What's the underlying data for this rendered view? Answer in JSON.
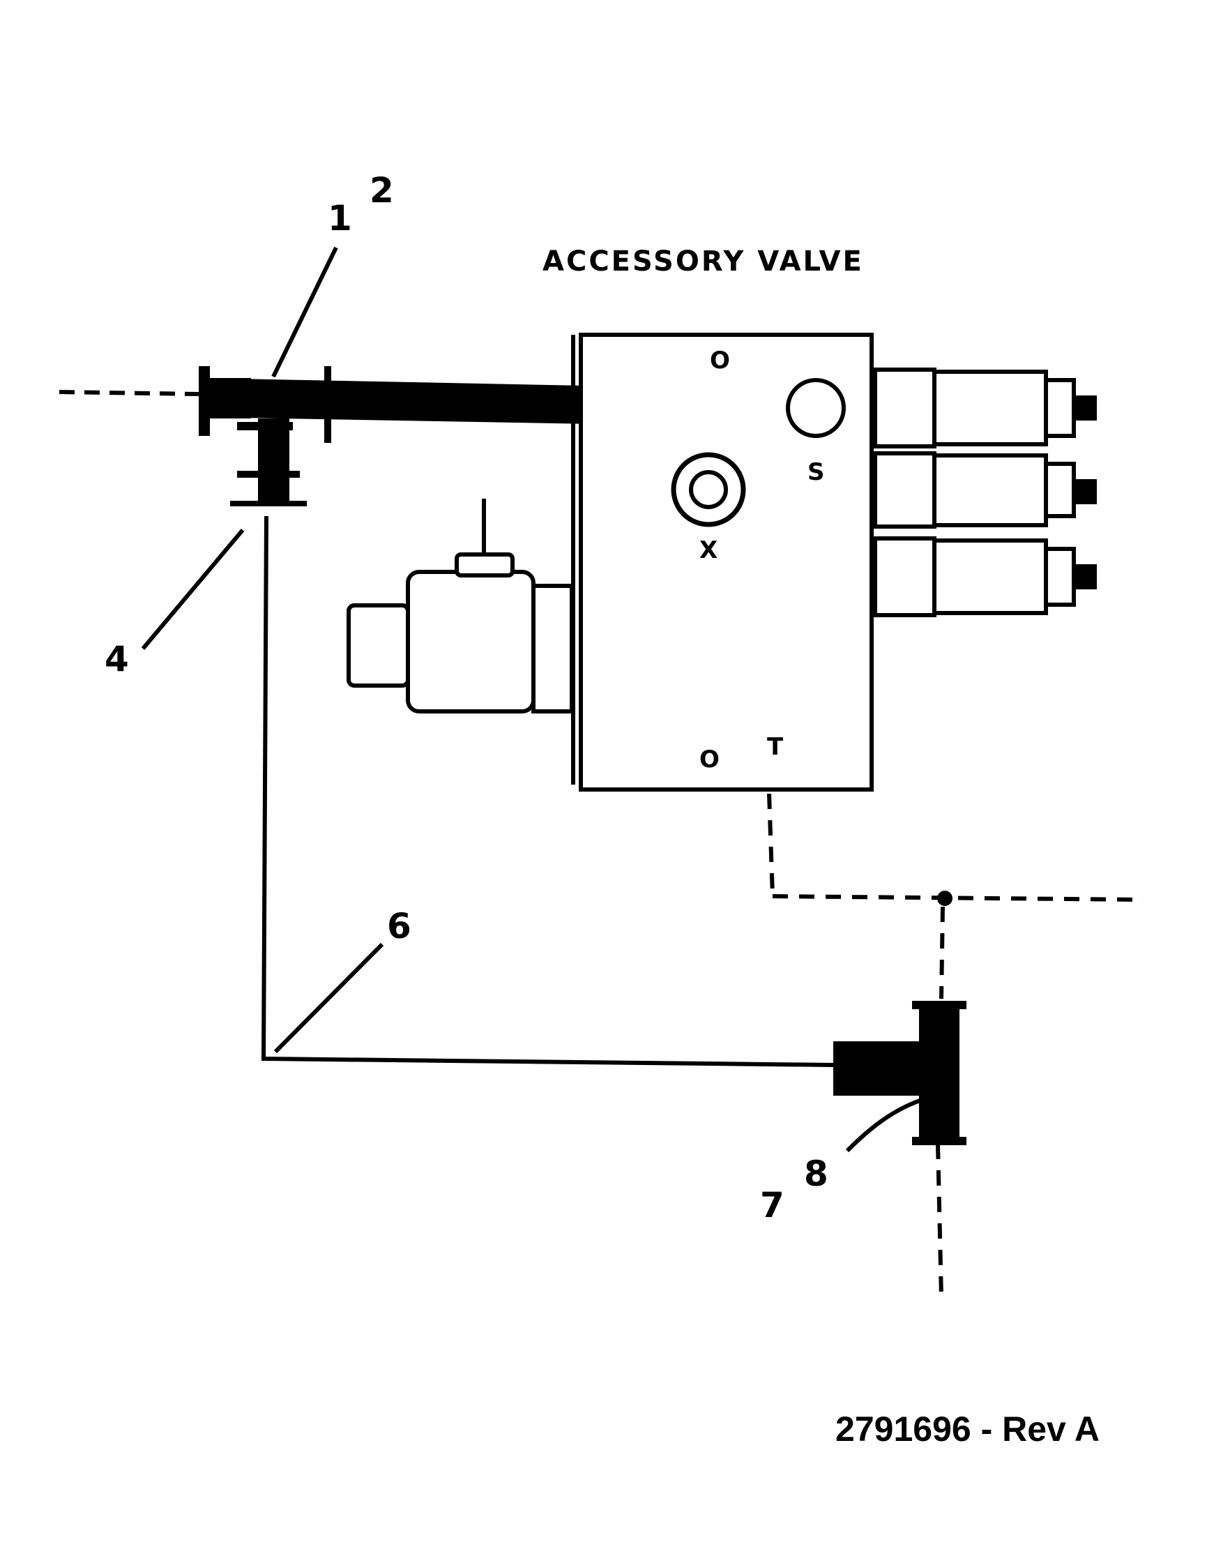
{
  "diagram": {
    "title": "ACCESSORY VALVE",
    "drawing_number": "2791696 - Rev A",
    "ports": {
      "top": "O",
      "s": "S",
      "x": "X",
      "bottom": "O",
      "t": "T"
    },
    "callouts": {
      "c1": "1",
      "c2": "2",
      "c4": "4",
      "c6": "6",
      "c7": "7",
      "c8": "8"
    },
    "colors": {
      "ink": "#000000",
      "paper": "#ffffff"
    }
  }
}
